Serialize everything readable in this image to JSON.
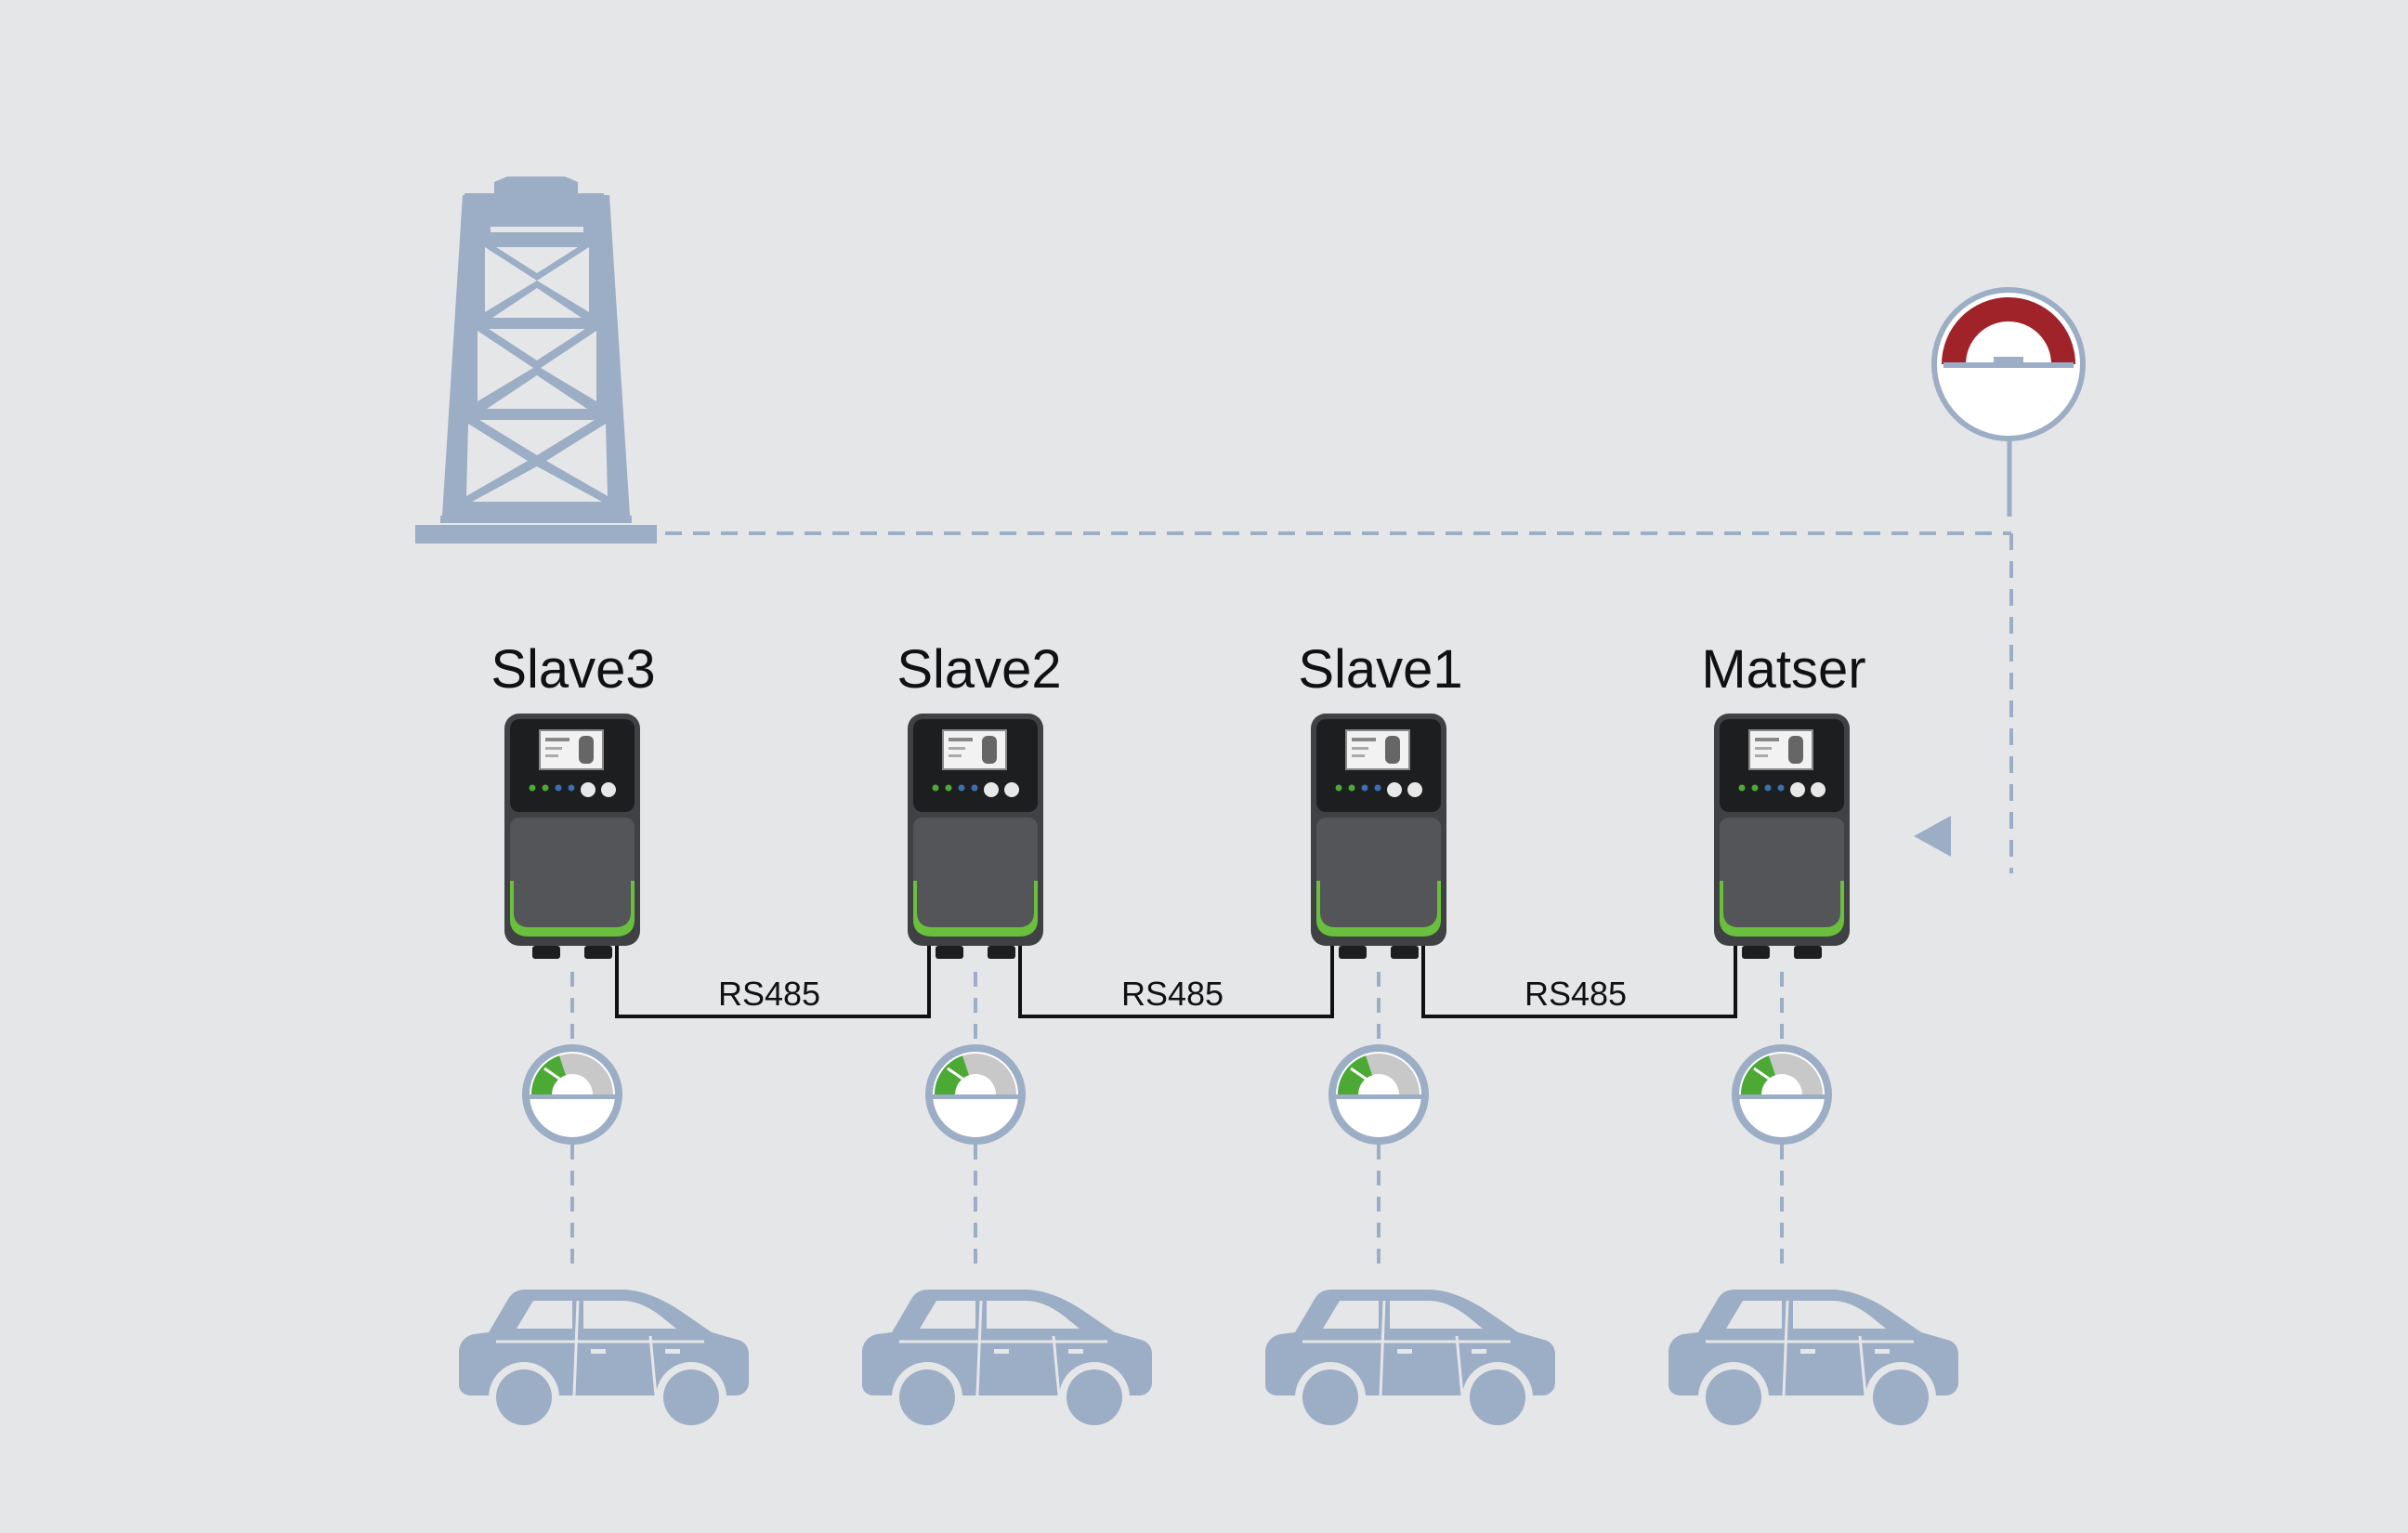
{
  "colors": {
    "background": "#e5e6e8",
    "icon_blue": "#9cadc6",
    "meter_red": "#a0232a",
    "meter_green": "#4caa34",
    "meter_gray": "#c8c8c8",
    "charger_body": "#3f4144",
    "charger_accent": "#6abf3c",
    "wire": "#111111"
  },
  "icons": {
    "grid": "power-tower-icon",
    "main_meter": "grid-meter-icon",
    "charger_meter": "energy-meter-icon",
    "vehicle": "car-icon",
    "flow": "arrow-left-icon"
  },
  "chargers": [
    {
      "name": "Slave3"
    },
    {
      "name": "Slave2"
    },
    {
      "name": "Slave1"
    },
    {
      "name": "Matser"
    }
  ],
  "links": [
    {
      "label": "RS485"
    },
    {
      "label": "RS485"
    },
    {
      "label": "RS485"
    }
  ]
}
